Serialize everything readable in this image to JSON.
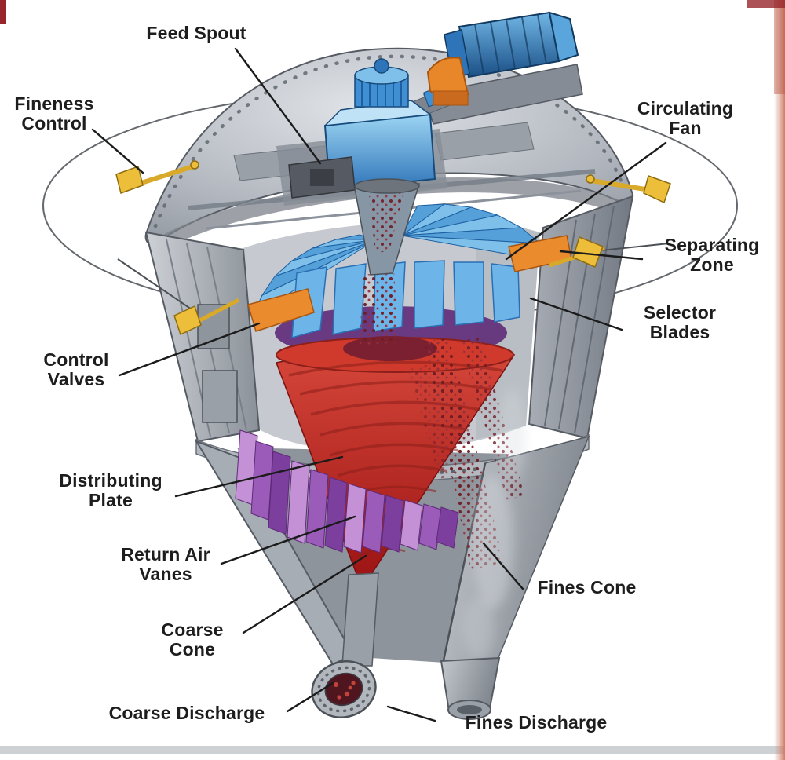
{
  "figure": {
    "description": "Cutaway technical illustration of a centrifugal air classifier / separator with callout labels for internal components"
  },
  "labels": [
    {
      "id": "feed-spout",
      "text": "Feed Spout"
    },
    {
      "id": "fineness-control",
      "text": "Fineness Control"
    },
    {
      "id": "circulating-fan",
      "text": "Circulating Fan"
    },
    {
      "id": "separating-zone",
      "text": "Separating Zone"
    },
    {
      "id": "selector-blades",
      "text": "Selector Blades"
    },
    {
      "id": "control-valves",
      "text": "Control Valves"
    },
    {
      "id": "distributing-plate",
      "text": "Distributing Plate"
    },
    {
      "id": "return-air-vanes",
      "text": "Return Air Vanes"
    },
    {
      "id": "fines-cone",
      "text": "Fines Cone"
    },
    {
      "id": "coarse-cone",
      "text": "Coarse Cone"
    },
    {
      "id": "coarse-discharge",
      "text": "Coarse Discharge"
    },
    {
      "id": "fines-discharge",
      "text": "Fines Discharge"
    }
  ],
  "colors": {
    "steel_gray": "#9aa0a8",
    "steel_light": "#c9ccd1",
    "machine_blue": "#3f8fd2",
    "accent_orange": "#e8872a",
    "accent_yellow": "#ecbe3a",
    "coarse_red": "#c03028",
    "vane_purple": "#8a4fae",
    "particle_maroon": "#6f1d26",
    "label_text": "#1d1d1d",
    "background": "#ffffff",
    "scan_edge_pink": "#d08a76"
  }
}
